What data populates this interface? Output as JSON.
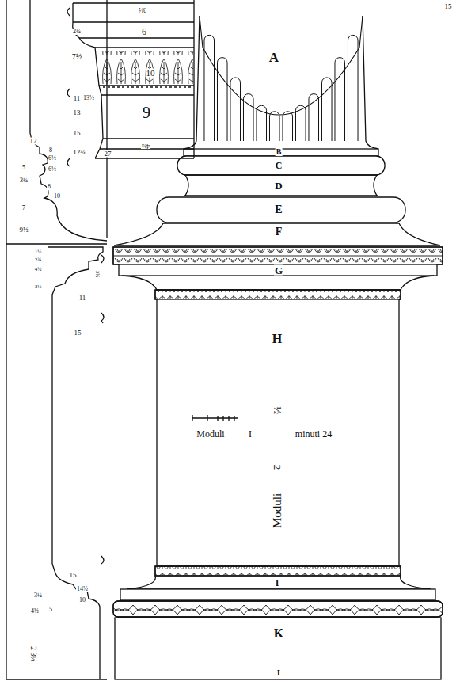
{
  "diagram": {
    "labels": [
      "15",
      "A",
      "B",
      "C",
      "D",
      "E",
      "F",
      "G",
      "H",
      "I",
      "K",
      "I",
      "Moduli",
      "I",
      "minuti 24",
      "½",
      "2",
      "Moduli",
      "3½",
      "2¾",
      "6",
      "7½",
      "10",
      "11",
      "13½",
      "13",
      "9",
      "15",
      "12¾",
      "27",
      "4¼",
      "12",
      "8",
      "6½",
      "5",
      "6½",
      "3¼",
      "8",
      "7",
      "10",
      "9½",
      "1½",
      "2¾",
      "4½",
      "3¾",
      "3⅓",
      "11",
      "15",
      "15",
      "14½",
      "10",
      "3¼",
      "4½",
      "5",
      "2 3¼"
    ]
  }
}
